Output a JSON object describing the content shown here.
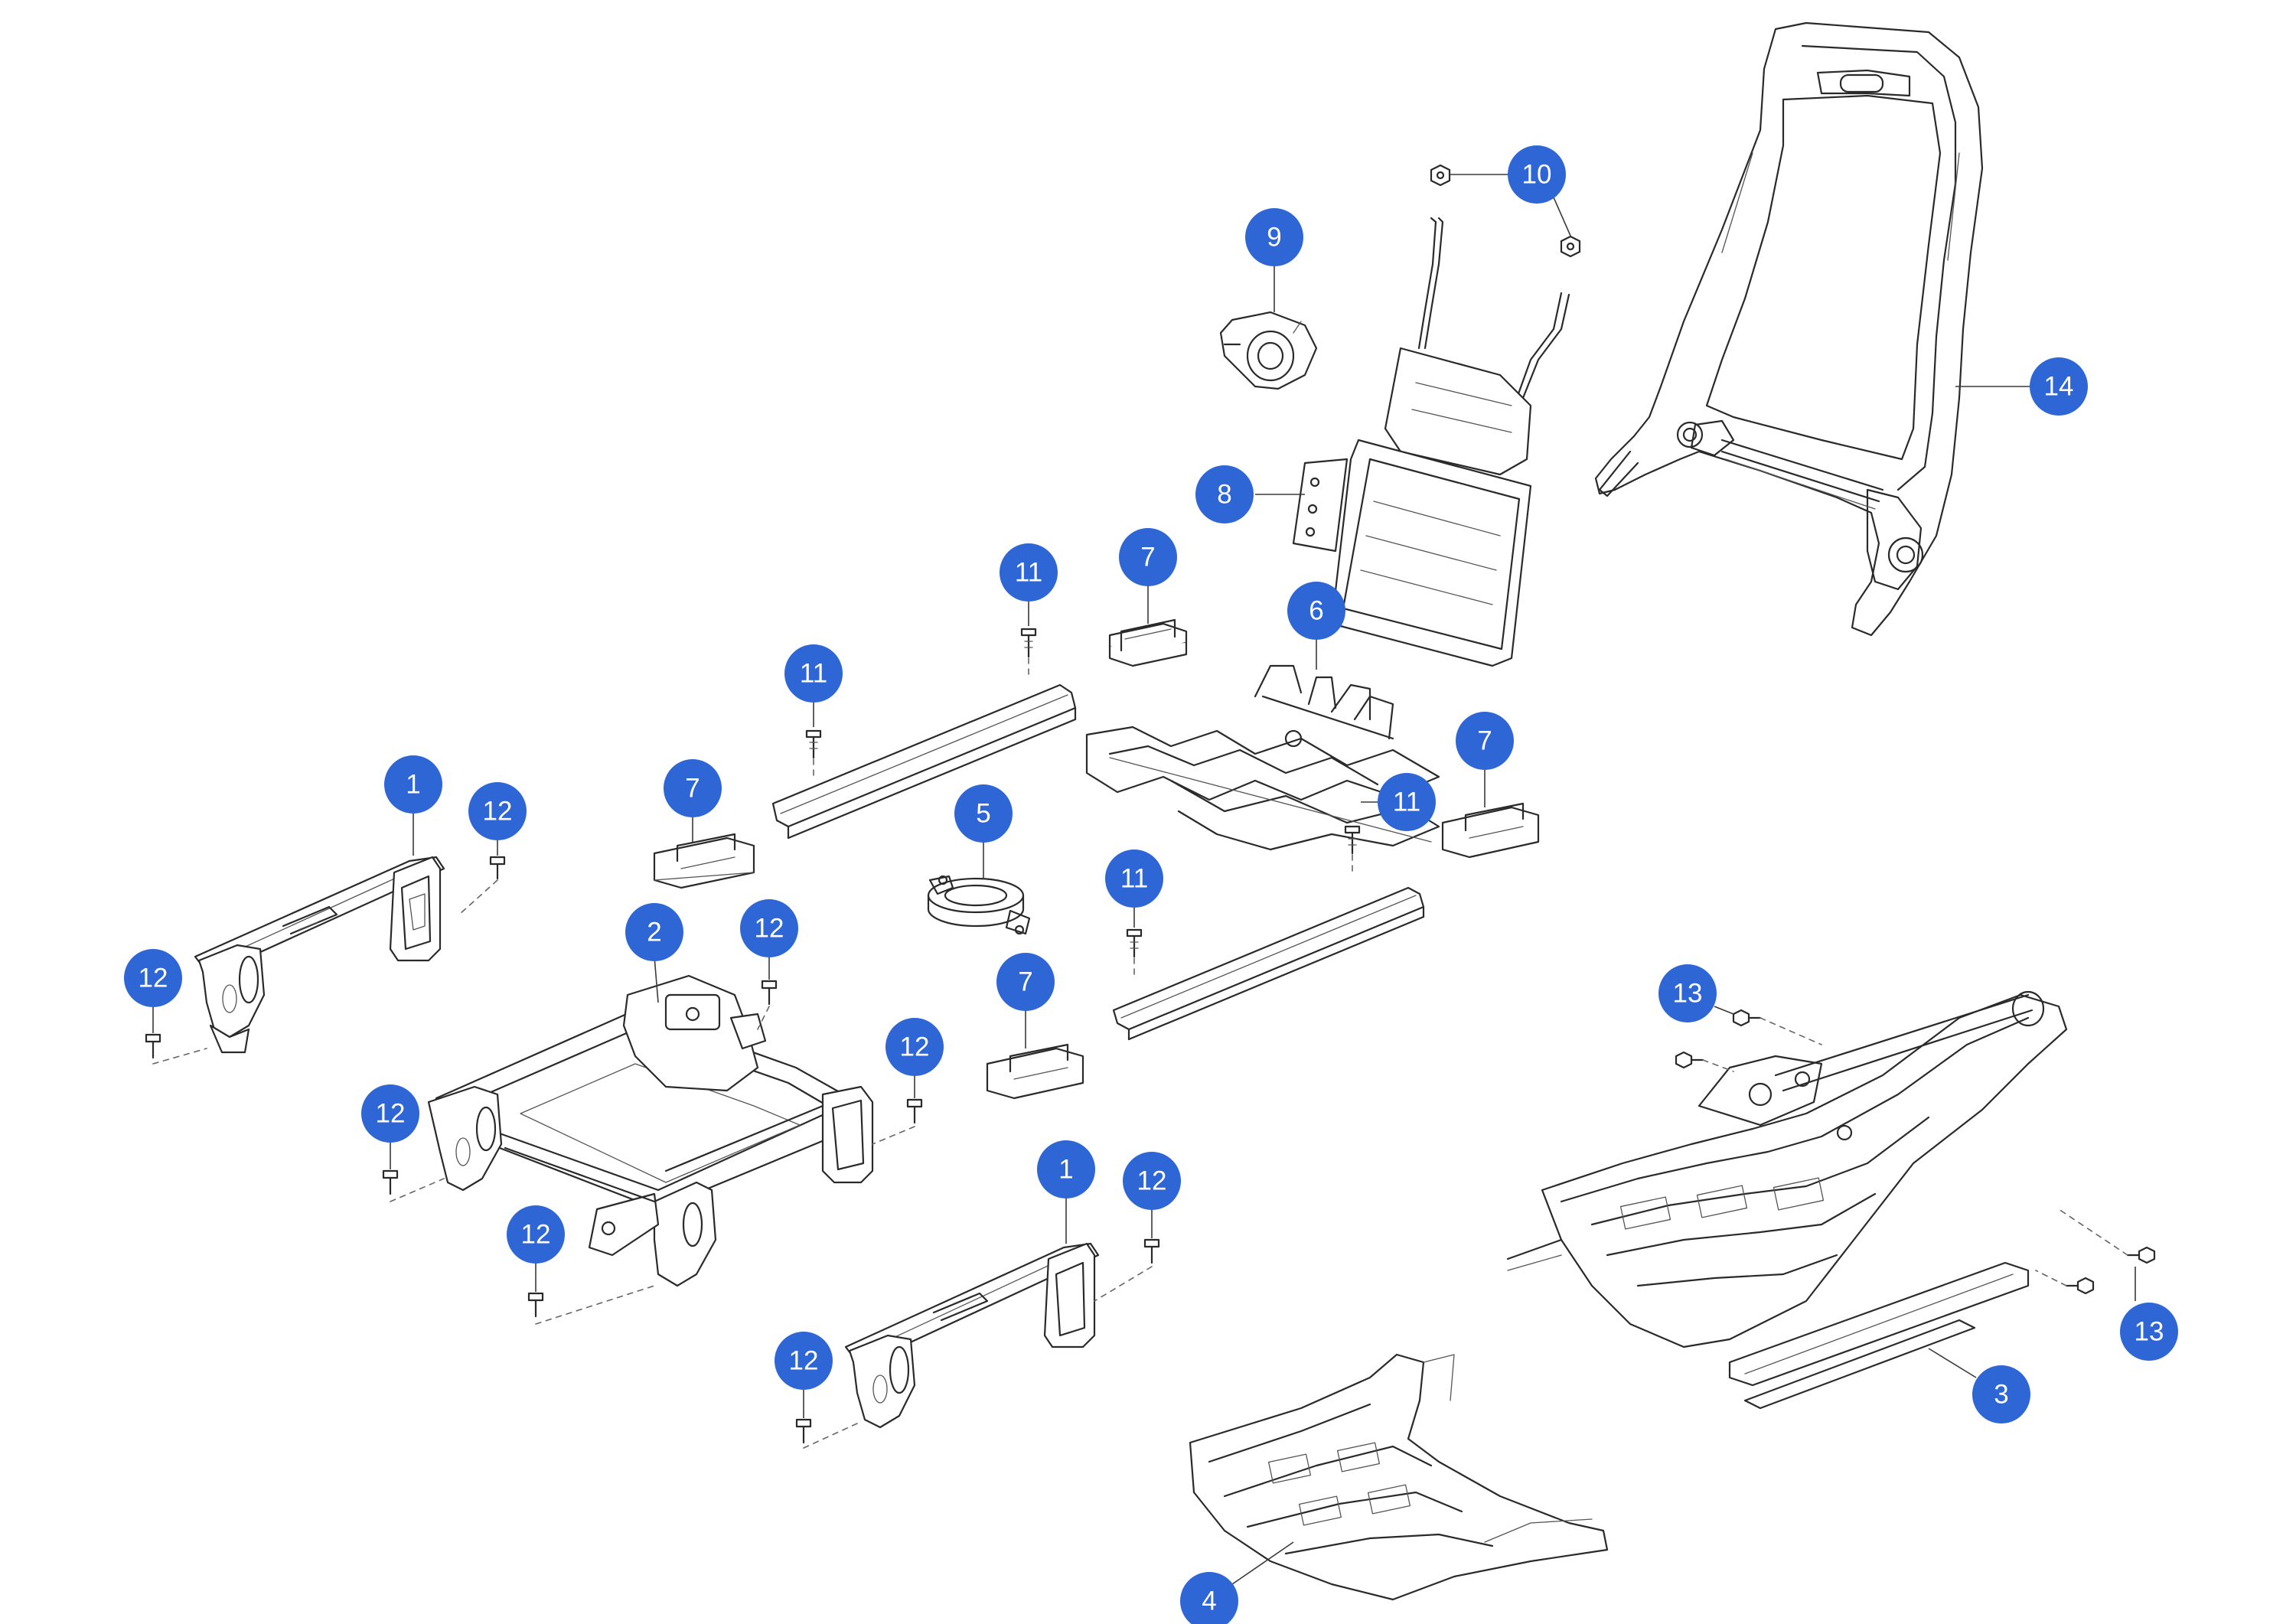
{
  "colors": {
    "badge": "#2f66d6",
    "line": "#2a2a2a",
    "background": "#ffffff"
  },
  "callouts": [
    {
      "id": "c1a",
      "label": "1"
    },
    {
      "id": "c1b",
      "label": "1"
    },
    {
      "id": "c2",
      "label": "2"
    },
    {
      "id": "c3",
      "label": "3"
    },
    {
      "id": "c4",
      "label": "4"
    },
    {
      "id": "c5",
      "label": "5"
    },
    {
      "id": "c6",
      "label": "6"
    },
    {
      "id": "c7a",
      "label": "7"
    },
    {
      "id": "c7b",
      "label": "7"
    },
    {
      "id": "c7c",
      "label": "7"
    },
    {
      "id": "c7d",
      "label": "7"
    },
    {
      "id": "c8",
      "label": "8"
    },
    {
      "id": "c9",
      "label": "9"
    },
    {
      "id": "c10",
      "label": "10"
    },
    {
      "id": "c11a",
      "label": "11"
    },
    {
      "id": "c11b",
      "label": "11"
    },
    {
      "id": "c11c",
      "label": "11"
    },
    {
      "id": "c11d",
      "label": "11"
    },
    {
      "id": "c12a",
      "label": "12"
    },
    {
      "id": "c12b",
      "label": "12"
    },
    {
      "id": "c12c",
      "label": "12"
    },
    {
      "id": "c12d",
      "label": "12"
    },
    {
      "id": "c12e",
      "label": "12"
    },
    {
      "id": "c12f",
      "label": "12"
    },
    {
      "id": "c12g",
      "label": "12"
    },
    {
      "id": "c12h",
      "label": "12"
    },
    {
      "id": "c13a",
      "label": "13"
    },
    {
      "id": "c13b",
      "label": "13"
    },
    {
      "id": "c14",
      "label": "14"
    }
  ]
}
